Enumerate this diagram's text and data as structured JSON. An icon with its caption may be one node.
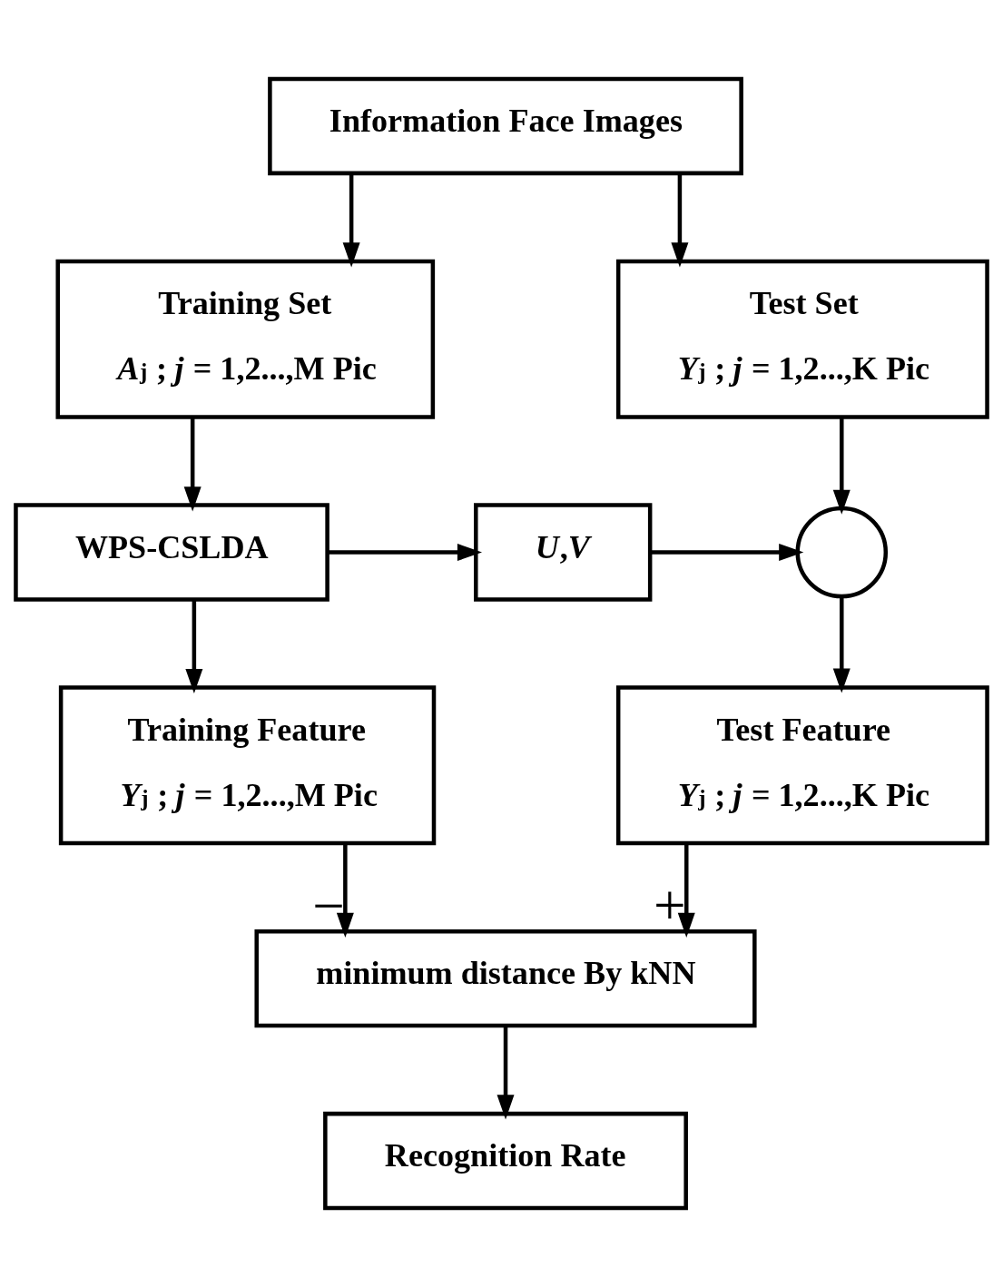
{
  "diagram": {
    "nodes": [
      {
        "text": [
          "Information Face Images"
        ]
      },
      {
        "text": [
          "Training Set",
          "*A*$_{j}$ ; *j* = 1,2...,M Pic"
        ]
      },
      {
        "text": [
          "Test Set",
          "*Y*$_{j}$ ; *j* = 1,2...,K Pic"
        ]
      },
      {
        "text": [
          "WPS-CSLDA"
        ]
      },
      {
        "text": [
          "*U*,*V*"
        ]
      },
      {
        "text": [],
        "shape": "circle"
      },
      {
        "text": [
          "Training Feature",
          "*Y*$_{j}$ ; *j* = 1,2...,M Pic"
        ]
      },
      {
        "text": [
          "Test Feature",
          "*Y*$_{j}$ ; *j* = 1,2...,K Pic"
        ]
      },
      {
        "text": [
          "minimum distance By kNN"
        ]
      },
      {
        "text": [
          "Recognition Rate"
        ]
      }
    ],
    "edges": [
      {
        "from": 0,
        "to": 1,
        "arrow": "to"
      },
      {
        "from": 0,
        "to": 2,
        "arrow": "to"
      },
      {
        "from": 1,
        "to": 3,
        "arrow": "to"
      },
      {
        "from": 3,
        "to": 4,
        "arrow": "to"
      },
      {
        "from": 4,
        "to": 5,
        "arrow": "to"
      },
      {
        "from": 2,
        "to": 5,
        "arrow": "to"
      },
      {
        "from": 5,
        "to": 7,
        "arrow": "to"
      },
      {
        "from": 3,
        "to": 6,
        "arrow": "to"
      },
      {
        "from": 6,
        "to": 8,
        "arrow": "to",
        "label": "−"
      },
      {
        "from": 7,
        "to": 8,
        "arrow": "to",
        "label": "+"
      },
      {
        "from": 8,
        "to": 9,
        "arrow": "to"
      }
    ]
  }
}
